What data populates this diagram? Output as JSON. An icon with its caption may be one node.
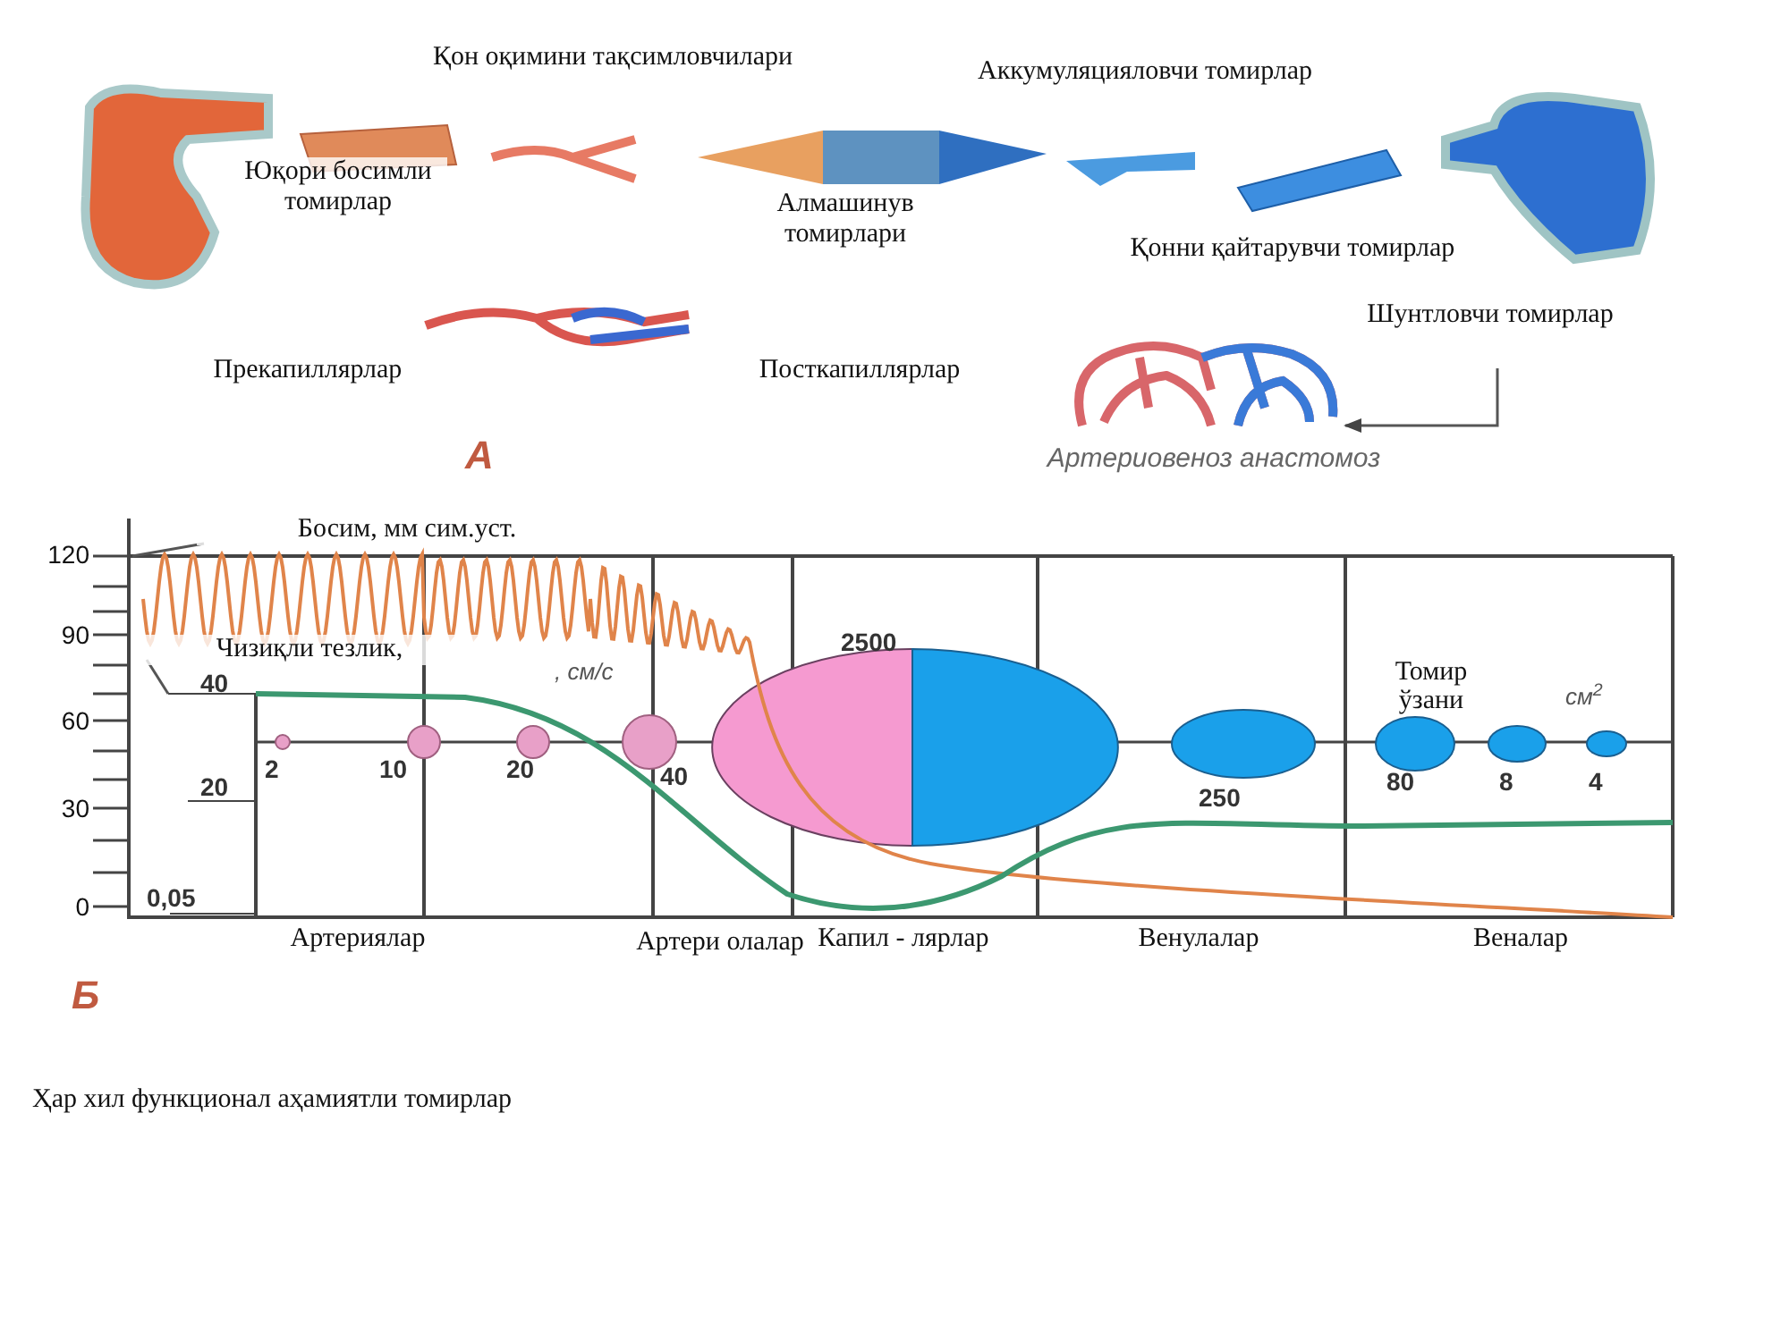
{
  "diagram": {
    "caption": "Ҳар хил функционал аҳамиятли томирлар",
    "nodes": [
      {
        "text": [
          "Қон оқимини тақсимловчилари"
        ]
      },
      {
        "text": [
          "Аккумуляцияловчи томирлар"
        ]
      },
      {
        "text": [
          "Юқори босимли томирлар"
        ]
      },
      {
        "text": [
          "Алмашинув томирлари"
        ]
      },
      {
        "text": [
          "Қонни қайтарувчи томирлар"
        ]
      },
      {
        "text": [
          "Прекапиллярлар"
        ]
      },
      {
        "text": [
          "Посткапиллярлар"
        ]
      },
      {
        "text": [
          "Шунтловчи томирлар"
        ]
      },
      {
        "text": [],
        "shape": "picture",
        "beside": [
          "Артериовеноз анастомоз"
        ]
      },
      {
        "text": [
          "Босим, мм сим.уст."
        ]
      },
      {
        "text": [
          "Чизиқли тезлик,"
        ]
      }
    ],
    "edges": [
      {
        "from": 7,
        "to": 8,
        "arrow": "to"
      },
      {
        "from": 9,
        "to": null,
        "arrow": "none"
      },
      {
        "from": 10,
        "to": null,
        "arrow": "none"
      }
    ],
    "labels": [
      "A",
      "120",
      "90",
      "60",
      "30",
      "0",
      "40",
      ", см/с",
      "20",
      "0,05",
      "2500",
      "Томир ўзани",
      "см$^{2}$",
      "2",
      "10",
      "20",
      "40",
      "250",
      "80",
      "8",
      "4",
      "Артериялар",
      "Артери олалар",
      "Капил - лярлар",
      "Венулалар",
      "Веналар",
      "Б"
    ]
  }
}
